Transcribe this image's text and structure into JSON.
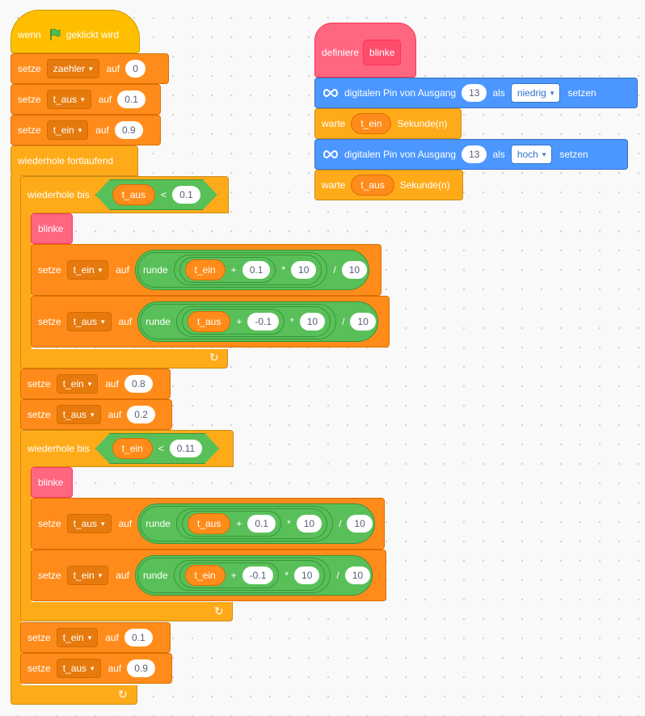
{
  "script_main": {
    "hat": {
      "when": "wenn",
      "clicked": "geklickt wird"
    },
    "set_zaehler": {
      "set": "setze",
      "var": "zaehler",
      "to": "auf",
      "value": "0"
    },
    "set_t_aus": {
      "set": "setze",
      "var": "t_aus",
      "to": "auf",
      "value": "0.1"
    },
    "set_t_ein": {
      "set": "setze",
      "var": "t_ein",
      "to": "auf",
      "value": "0.9"
    },
    "forever": {
      "label": "wiederhole fortlaufend"
    },
    "repeat1": {
      "label": "wiederhole bis",
      "var": "t_aus",
      "op": "<",
      "value": "0.1",
      "call": "blinke",
      "set_a": {
        "set": "setze",
        "var": "t_ein",
        "to": "auf",
        "round": "runde",
        "inner_var": "t_ein",
        "plus": "+",
        "add": "0.1",
        "times": "*",
        "mul": "10",
        "div": "/",
        "divisor": "10"
      },
      "set_b": {
        "set": "setze",
        "var": "t_aus",
        "to": "auf",
        "round": "runde",
        "inner_var": "t_aus",
        "plus": "+",
        "add": "-0.1",
        "times": "*",
        "mul": "10",
        "div": "/",
        "divisor": "10"
      }
    },
    "set_t_ein2": {
      "set": "setze",
      "var": "t_ein",
      "to": "auf",
      "value": "0.8"
    },
    "set_t_aus2": {
      "set": "setze",
      "var": "t_aus",
      "to": "auf",
      "value": "0.2"
    },
    "repeat2": {
      "label": "wiederhole bis",
      "var": "t_ein",
      "op": "<",
      "value": "0.11",
      "call": "blinke",
      "set_a": {
        "set": "setze",
        "var": "t_aus",
        "to": "auf",
        "round": "runde",
        "inner_var": "t_aus",
        "plus": "+",
        "add": "0.1",
        "times": "*",
        "mul": "10",
        "div": "/",
        "divisor": "10"
      },
      "set_b": {
        "set": "setze",
        "var": "t_ein",
        "to": "auf",
        "round": "runde",
        "inner_var": "t_ein",
        "plus": "+",
        "add": "-0.1",
        "times": "*",
        "mul": "10",
        "div": "/",
        "divisor": "10"
      }
    },
    "set_t_ein3": {
      "set": "setze",
      "var": "t_ein",
      "to": "auf",
      "value": "0.1"
    },
    "set_t_aus3": {
      "set": "setze",
      "var": "t_aus",
      "to": "auf",
      "value": "0.9"
    }
  },
  "script_define": {
    "define": {
      "label": "definiere",
      "name": "blinke"
    },
    "pin1": {
      "label": "digitalen Pin von Ausgang",
      "pin": "13",
      "as": "als",
      "state": "niedrig",
      "set": "setzen"
    },
    "wait1": {
      "label": "warte",
      "var": "t_ein",
      "unit": "Sekunde(n)"
    },
    "pin2": {
      "label": "digitalen Pin von Ausgang",
      "pin": "13",
      "as": "als",
      "state": "hoch",
      "set": "setzen"
    },
    "wait2": {
      "label": "warte",
      "var": "t_aus",
      "unit": "Sekunde(n)"
    }
  },
  "icons": {
    "arrow": "▾",
    "loop": "↻"
  },
  "colors": {
    "event": "#FFBF00",
    "variables": "#FF8C1A",
    "control": "#FFAB19",
    "operators": "#59C059",
    "my_blocks": "#FF6680",
    "arduino": "#4C97FF"
  }
}
